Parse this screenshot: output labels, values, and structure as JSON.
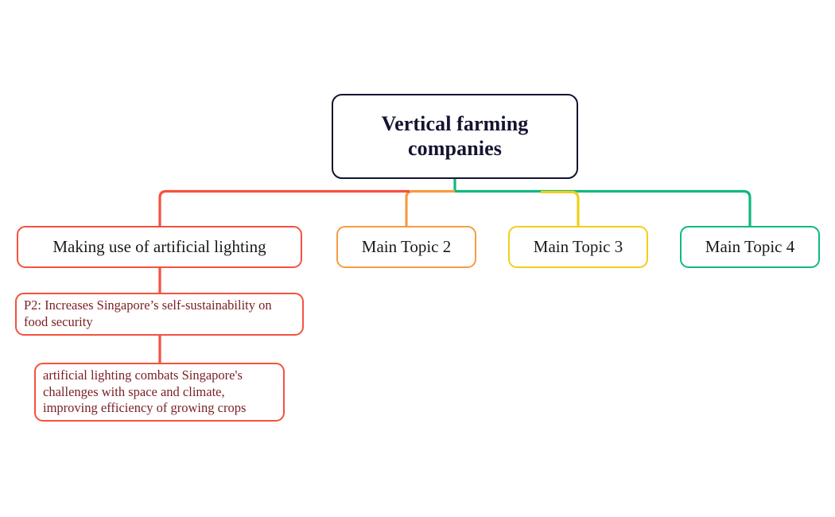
{
  "diagram": {
    "type": "mind-map",
    "orientation": "top-down",
    "background": "#ffffff",
    "root": {
      "label": "Vertical farming\ncompanies",
      "color": "#141431"
    },
    "branches": [
      {
        "id": "branch-1",
        "color": "#F5513F",
        "label": "Making use of artificial lighting",
        "children": [
          {
            "id": "branch-1-child-1",
            "color": "#F5513F",
            "text_color": "#7A1F24",
            "label": "P2:  Increases Singapore’s self-sustainability on food security",
            "children": [
              {
                "id": "branch-1-child-1-child-1",
                "color": "#F5513F",
                "text_color": "#7A1F24",
                "label": "artificial lighting combats Singapore's challenges with space and climate, improving efficiency of growing crops"
              }
            ]
          }
        ]
      },
      {
        "id": "branch-2",
        "color": "#F59C44",
        "label": "Main Topic 2",
        "children": []
      },
      {
        "id": "branch-3",
        "color": "#F2CE1B",
        "label": "Main Topic 3",
        "children": []
      },
      {
        "id": "branch-4",
        "color": "#11B87F",
        "label": "Main Topic 4",
        "children": []
      }
    ]
  }
}
